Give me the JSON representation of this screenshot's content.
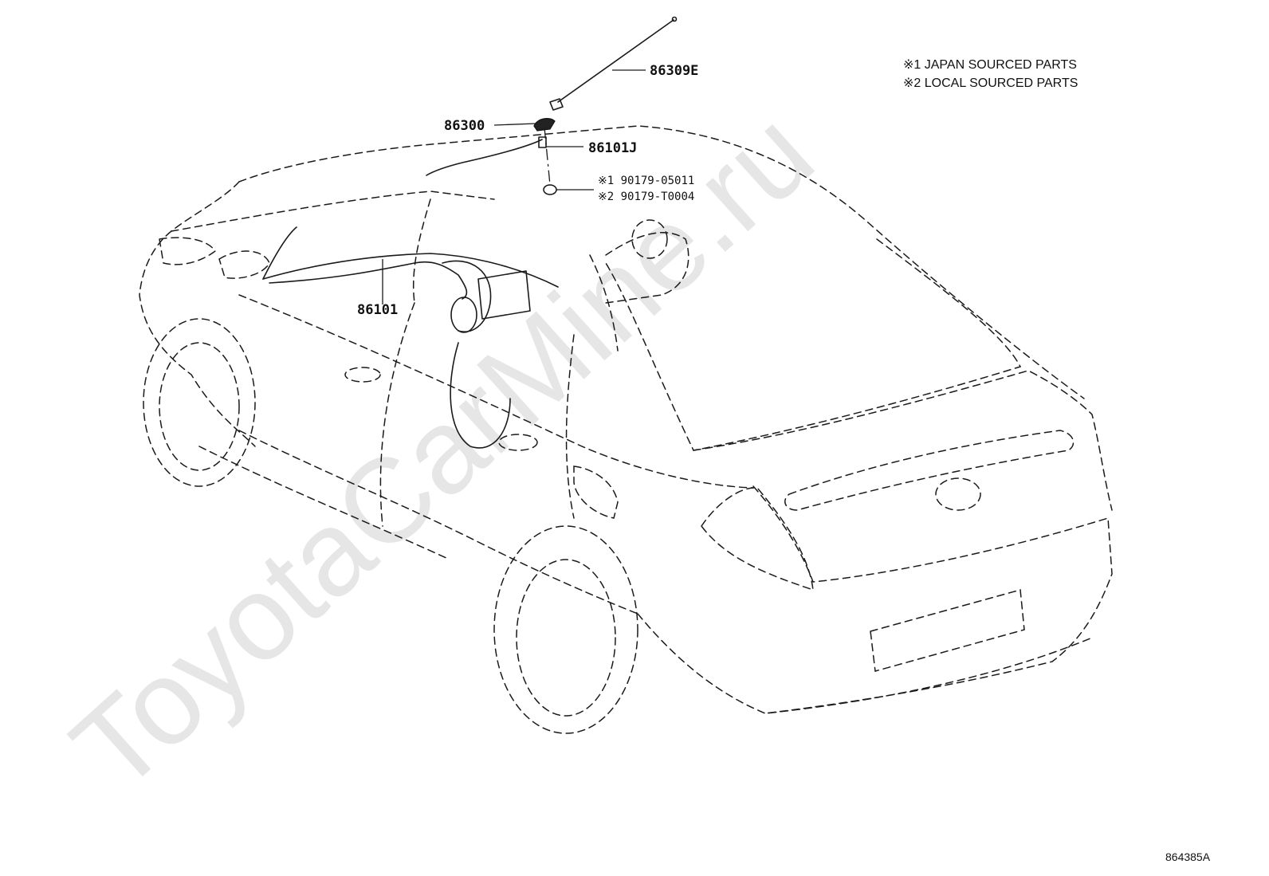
{
  "watermark": "ToyotaCarMine.ru",
  "notes": [
    "※1 JAPAN SOURCED PARTS",
    "※2 LOCAL SOURCED PARTS"
  ],
  "callouts": {
    "rod": "86309E",
    "base": "86300",
    "cable_short": "86101J",
    "clip_japan": "※1 90179-05011",
    "clip_local": "※2 90179-T0004",
    "cable_main": "86101"
  },
  "figure_code": "864385A"
}
